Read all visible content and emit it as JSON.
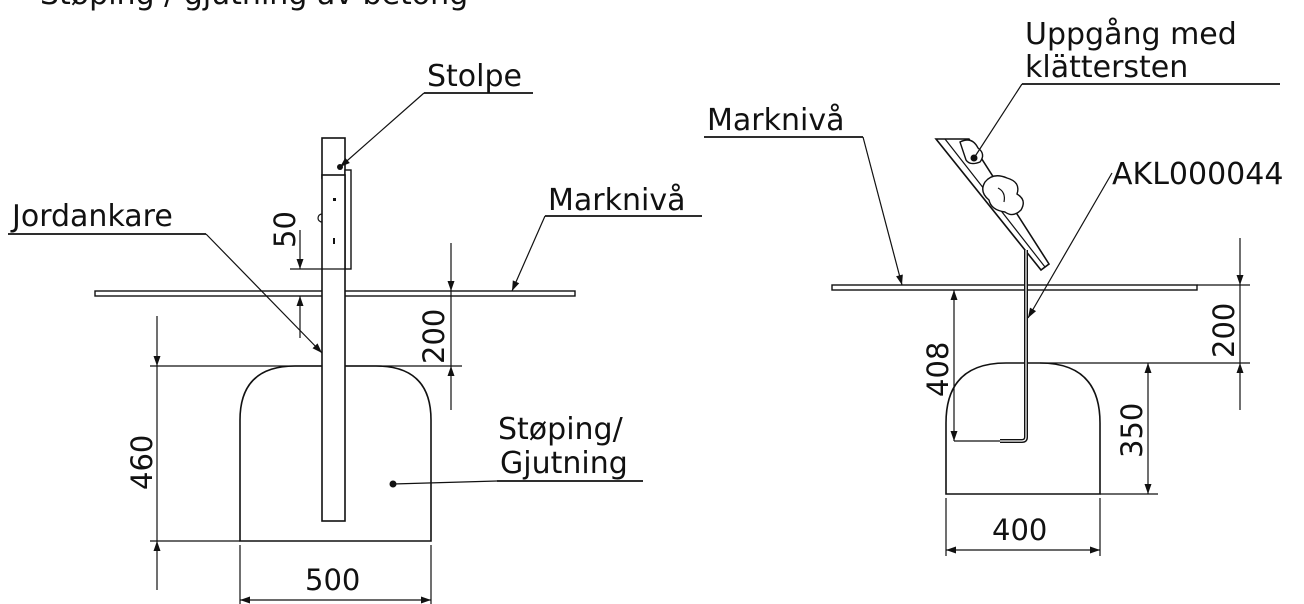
{
  "header_fragment": "Støping / gjutning av betong",
  "left_view": {
    "post_label": "Stolpe",
    "ground_label": "Marknivå",
    "anchor_label": "Jordankare",
    "casting_label_line1": "Støping/",
    "casting_label_line2": "Gjutning",
    "dim_post_above": "50",
    "dim_depth_top": "200",
    "dim_casting_height": "460",
    "dim_casting_width": "500"
  },
  "right_view": {
    "ground_label": "Marknivå",
    "climb_label_line1": "Uppgång med",
    "climb_label_line2": "klättersten",
    "part_code": "AKL000044",
    "dim_rod_depth": "408",
    "dim_depth_top": "200",
    "dim_casting_height": "350",
    "dim_casting_width": "400"
  }
}
